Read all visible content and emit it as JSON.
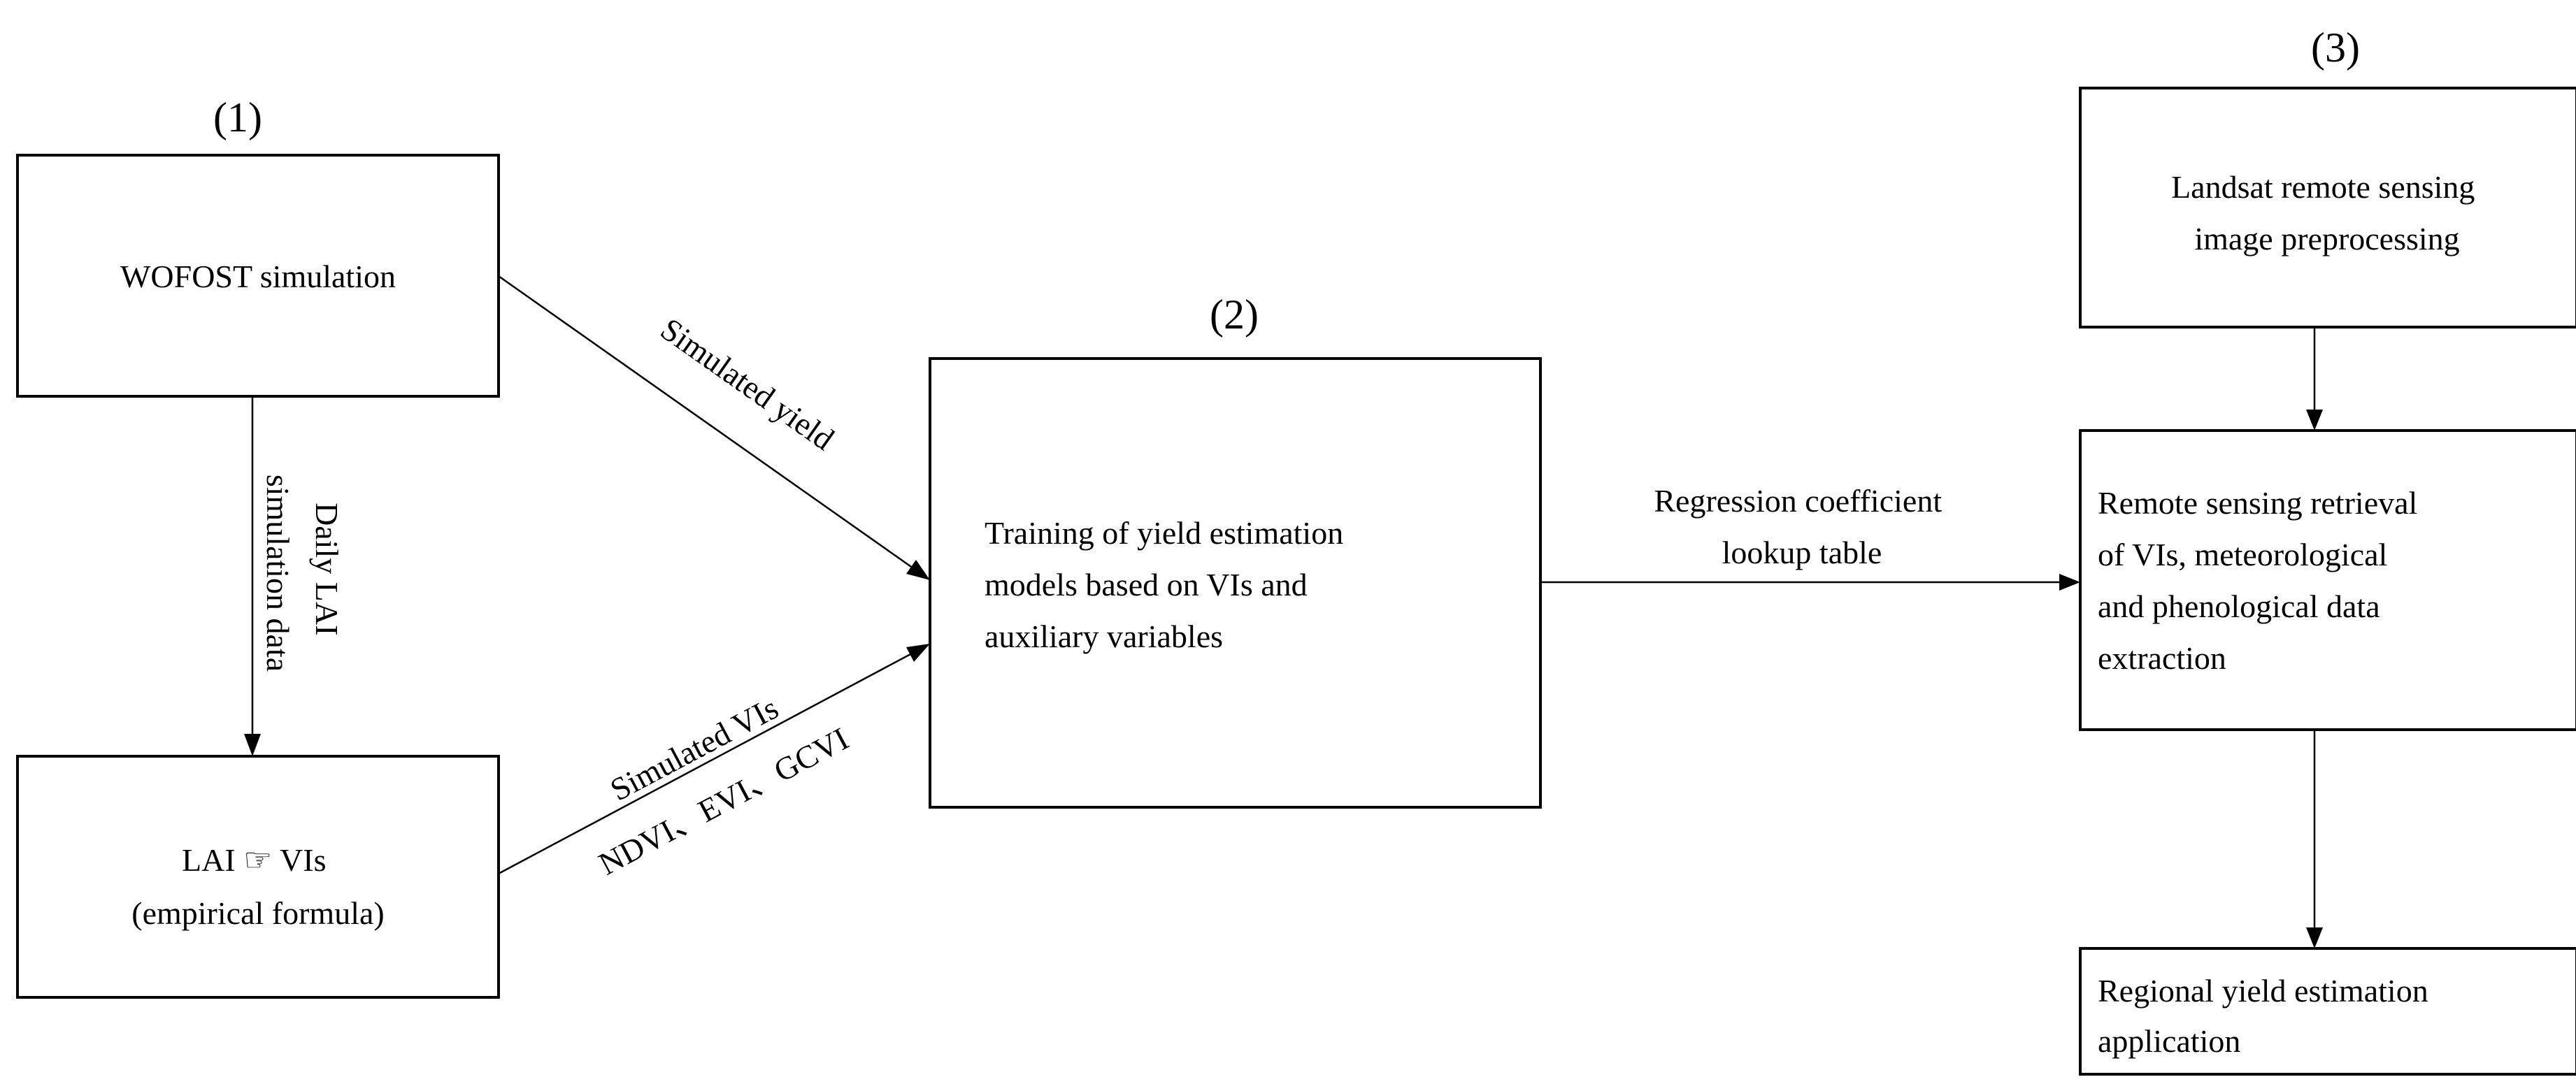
{
  "sections": {
    "one": "(1)",
    "two": "(2)",
    "three": "(3)"
  },
  "nodes": {
    "wofost": {
      "lines": [
        "WOFOST simulation"
      ]
    },
    "lai_vis": {
      "lines": [
        "LAI ☞ VIs",
        "(empirical formula)"
      ]
    },
    "training": {
      "lines": [
        "Training of yield estimation",
        "models based on VIs and",
        "auxiliary variables"
      ]
    },
    "landsat": {
      "lines": [
        "Landsat remote sensing",
        "image preprocessing"
      ]
    },
    "retrieval": {
      "lines": [
        "Remote sensing retrieval",
        "of VIs, meteorological",
        "and phenological data",
        "extraction"
      ]
    },
    "regional": {
      "lines": [
        "Regional yield estimation",
        "application"
      ]
    }
  },
  "edges": {
    "daily_lai": {
      "lines": [
        "Daily LAI",
        "simulation data"
      ]
    },
    "simulated_yield": "Simulated yield",
    "simulated_vis": "Simulated VIs",
    "vi_list": "NDVI、EVI、GCVI",
    "regression": {
      "lines": [
        "Regression coefficient",
        "lookup table"
      ]
    }
  },
  "colors": {
    "stroke": "#000000",
    "text": "#000000",
    "background": "#ffffff"
  }
}
